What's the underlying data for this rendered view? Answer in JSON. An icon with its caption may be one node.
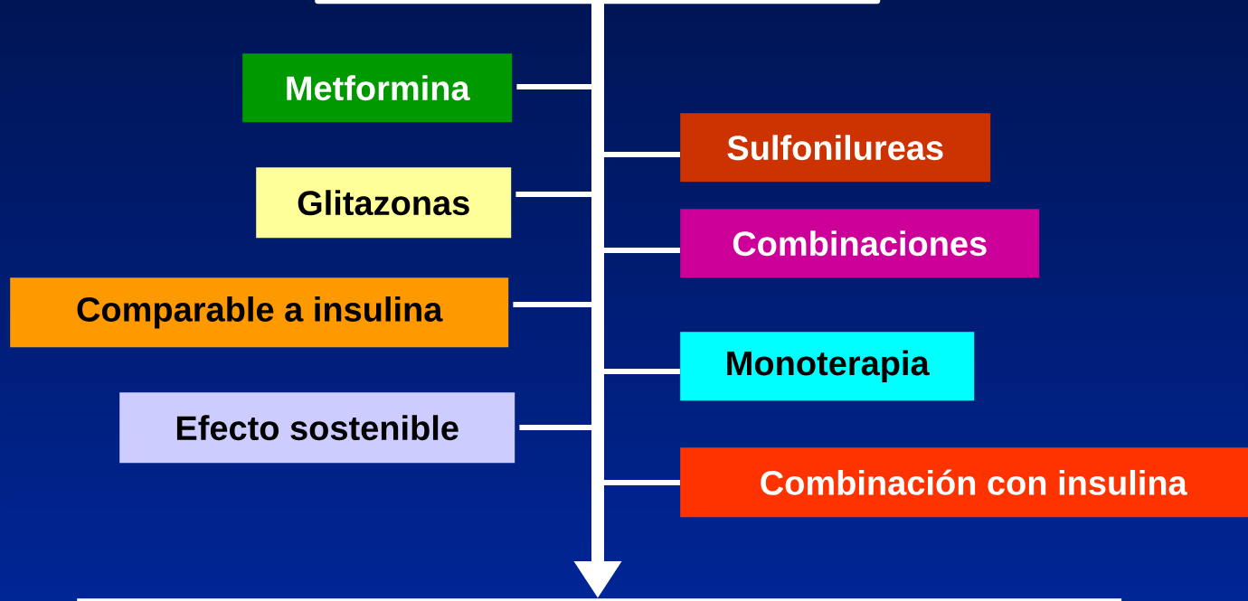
{
  "diagram": {
    "nodes": [
      {
        "text": [],
        "shape": "box"
      },
      {
        "text": [
          "Metformina"
        ]
      },
      {
        "text": [
          "Sulfonilureas"
        ]
      },
      {
        "text": [
          "Glitazonas"
        ]
      },
      {
        "text": [
          "Combinaciones"
        ]
      },
      {
        "text": [
          "Comparable a insulina"
        ]
      },
      {
        "text": [
          "Monoterapia"
        ]
      },
      {
        "text": [
          "Efecto sostenible"
        ]
      },
      {
        "text": [
          "Combinación con insulina"
        ]
      },
      {
        "text": [],
        "shape": "bar"
      }
    ],
    "edges": [
      {
        "from": 0,
        "to": 9,
        "arrow": "to",
        "style": "thick"
      },
      {
        "from": 0,
        "to": 1,
        "arrow": "none"
      },
      {
        "from": 0,
        "to": 2,
        "arrow": "none"
      },
      {
        "from": 0,
        "to": 3,
        "arrow": "none"
      },
      {
        "from": 0,
        "to": 4,
        "arrow": "none"
      },
      {
        "from": 0,
        "to": 5,
        "arrow": "none"
      },
      {
        "from": 0,
        "to": 6,
        "arrow": "none"
      },
      {
        "from": 0,
        "to": 7,
        "arrow": "none"
      },
      {
        "from": 0,
        "to": 8,
        "arrow": "none"
      }
    ]
  }
}
